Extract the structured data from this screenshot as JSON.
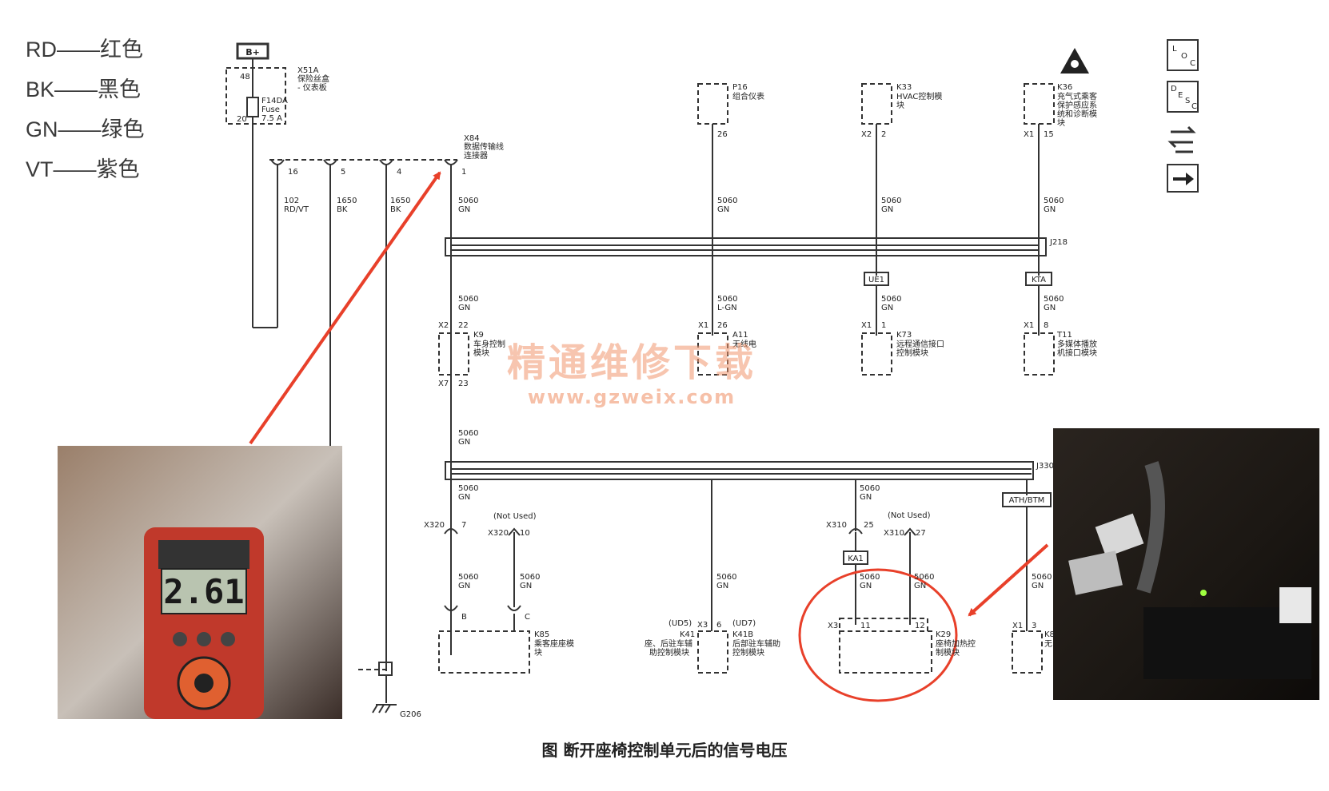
{
  "legend": [
    {
      "code": "RD",
      "name": "红色"
    },
    {
      "code": "BK",
      "name": "黑色"
    },
    {
      "code": "GN",
      "name": "绿色"
    },
    {
      "code": "VT",
      "name": "紫色"
    }
  ],
  "legend_sep": "——",
  "power": {
    "label": "B+",
    "module_id": "X51A",
    "module_desc": [
      "保险丝盒",
      "- 仪表板"
    ],
    "fuse": [
      "F14DA",
      "Fuse",
      "7.5 A"
    ],
    "pin_top": "48",
    "pin_bottom": "20"
  },
  "dlc": {
    "id": "X84",
    "desc": [
      "数据传输线",
      "连接器"
    ],
    "pins": [
      "16",
      "5",
      "4",
      "1"
    ],
    "wires": [
      {
        "num": "102",
        "color": "RD/VT"
      },
      {
        "num": "1650",
        "color": "BK"
      },
      {
        "num": "1650",
        "color": "BK"
      },
      {
        "num": "5060",
        "color": "GN"
      }
    ]
  },
  "ground": "G206",
  "top_modules": [
    {
      "id": "P16",
      "desc": [
        "组合仪表"
      ],
      "pin": "26",
      "wire": "5060",
      "color": "GN"
    },
    {
      "id": "K33",
      "desc": [
        "HVAC控制模",
        "块"
      ],
      "conn": "X2",
      "pin": "2",
      "wire": "5060",
      "color": "GN"
    },
    {
      "id": "K36",
      "desc": [
        "充气式乘客",
        "保护感应系",
        "统和诊断模",
        "块"
      ],
      "conn": "X1",
      "pin": "15",
      "wire": "5060",
      "color": "GN"
    }
  ],
  "bus1": {
    "label": "J218"
  },
  "bus2": {
    "label": "J330"
  },
  "tags": {
    "ue1": "UE1",
    "kta": "KTA",
    "athbtm": "ATH/BTM",
    "ka1": "KA1"
  },
  "mid_modules": [
    {
      "id": "K9",
      "desc": [
        "车身控制",
        "模块"
      ],
      "conn_top": "X2",
      "pin_top": "22",
      "conn_bottom": "X7",
      "pin_bottom": "23",
      "wire_above": "5060",
      "color_above": "GN",
      "wire_below": "5060",
      "color_below": "GN"
    },
    {
      "id": "A11",
      "desc": [
        "无线电"
      ],
      "conn": "X1",
      "pin": "26",
      "wire": "5060",
      "color": "L-GN"
    },
    {
      "id": "K73",
      "desc": [
        "远程通信接口",
        "控制模块"
      ],
      "conn": "X1",
      "pin": "1",
      "wire": "5060",
      "color": "GN"
    },
    {
      "id": "T11",
      "desc": [
        "多媒体播放",
        "机接口模块"
      ],
      "conn": "X1",
      "pin": "8",
      "wire": "5060",
      "color": "GN"
    }
  ],
  "j330_wires": {
    "k9": {
      "wire": "5060",
      "color": "GN"
    },
    "ka1": {
      "wire": "5060",
      "color": "GN"
    }
  },
  "x320": {
    "label": "X320",
    "pin_used": "7",
    "pin_unused": "10",
    "not_used": "(Not Used)",
    "wire": "5060",
    "color": "GN",
    "pin_b": "B",
    "pin_c": "C"
  },
  "x310": {
    "label": "X310",
    "pin_used": "25",
    "pin_unused": "27",
    "not_used": "(Not Used)",
    "wire": "5060",
    "color": "GN"
  },
  "bottom_modules": [
    {
      "id": "K85",
      "desc": [
        "乘客座座模",
        "块"
      ]
    },
    {
      "id": "K41",
      "note": "(UD5)",
      "conn": "X3",
      "pin": "6",
      "desc": [
        "座、后驻车辅",
        "助控制模块"
      ],
      "wire": "5060",
      "color": "GN"
    },
    {
      "id": "K41B",
      "note": "(UD7)",
      "desc": [
        "后部驻车辅助",
        "控制模块"
      ]
    },
    {
      "id": "K29",
      "desc": [
        "座椅加热控",
        "制模块"
      ],
      "conn": "X3",
      "pin_a": "11",
      "pin_b": "12",
      "wire": "5060",
      "color": "GN"
    },
    {
      "id": "K8",
      "desc": [
        "无"
      ],
      "conn": "X1",
      "pin": "3",
      "wire": "5060",
      "color": "GN"
    }
  ],
  "icons": {
    "loc": [
      "L",
      "O",
      "C"
    ],
    "desc": [
      "D",
      "E",
      "S",
      "C"
    ]
  },
  "meter_reading": "2.61",
  "watermark": {
    "line1": "精通维修下载",
    "line2": "www.gzweix.com"
  },
  "caption": "图  断开座椅控制单元后的信号电压",
  "colors": {
    "annotation": "#e8402a",
    "watermark": "#f0966e",
    "wire": "#333333"
  }
}
